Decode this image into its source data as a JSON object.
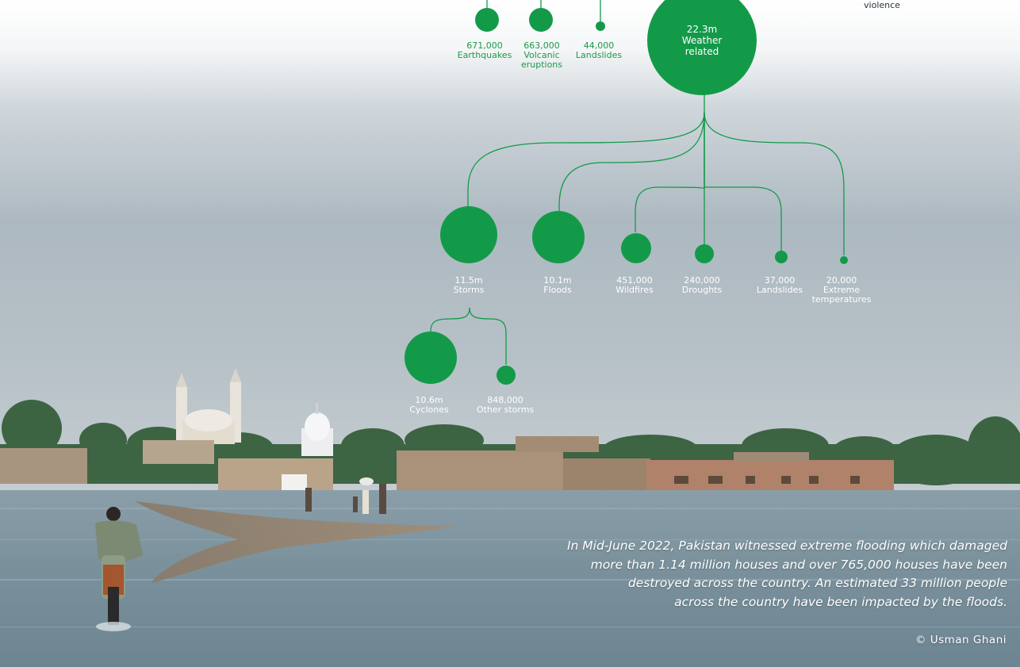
{
  "diagram": {
    "accent_color": "#139a49",
    "top_partial_label": "violence",
    "geophysical_items": [
      {
        "value": "671,000",
        "name": "Earthquakes"
      },
      {
        "value": "663,000",
        "name": "Volcanic eruptions"
      },
      {
        "value": "44,000",
        "name": "Landslides"
      }
    ],
    "weather_related": {
      "value": "22.3m",
      "name": "Weather related"
    },
    "weather_items": [
      {
        "value": "11.5m",
        "name": "Storms"
      },
      {
        "value": "10.1m",
        "name": "Floods"
      },
      {
        "value": "451,000",
        "name": "Wildfires"
      },
      {
        "value": "240,000",
        "name": "Droughts"
      },
      {
        "value": "37,000",
        "name": "Landslides"
      },
      {
        "value": "20,000",
        "name": "Extreme temperatures"
      }
    ],
    "storm_items": [
      {
        "value": "10.6m",
        "name": "Cyclones"
      },
      {
        "value": "848,000",
        "name": "Other storms"
      }
    ]
  },
  "photo": {
    "caption_lines": [
      "In Mid-June 2022, Pakistan witnessed extreme flooding which damaged",
      "more than 1.14 million houses and over 765,000 houses have been",
      "destroyed across the country. An estimated 33 million people",
      "across the country have been impacted by the floods."
    ],
    "credit": "© Usman Ghani"
  }
}
